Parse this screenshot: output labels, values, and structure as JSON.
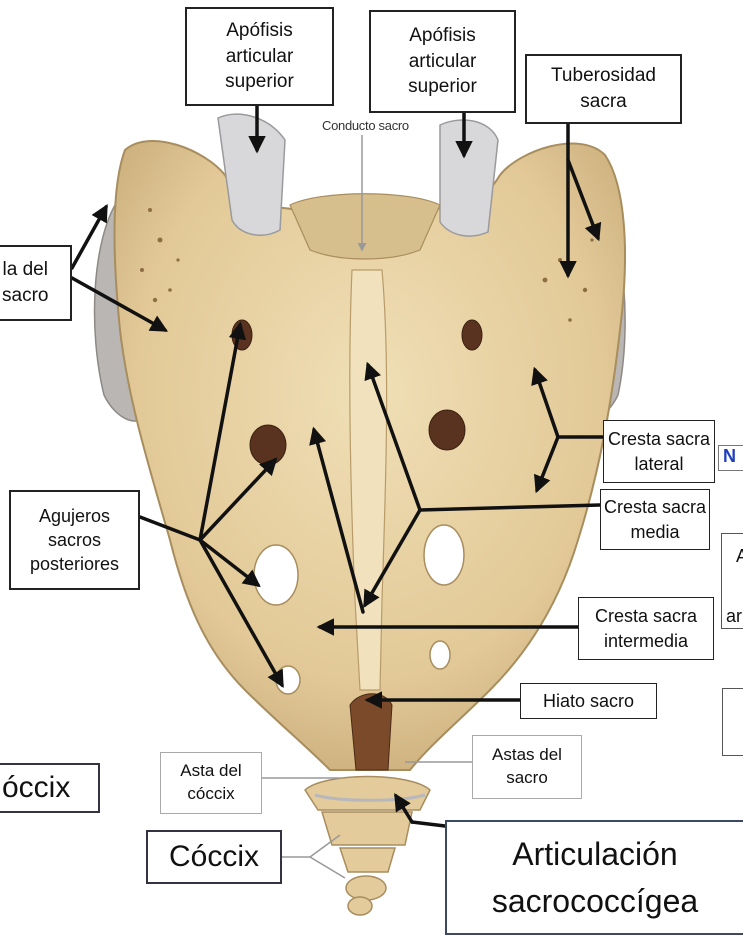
{
  "labels": {
    "apofisis_left": "Apófisis\narticular\nsuperior",
    "apofisis_right": "Apófisis\narticular\nsuperior",
    "tuberosidad": "Tuberosidad\nsacra",
    "conducto": "Conducto sacro",
    "ala": "la del\nsacro",
    "cresta_lateral": "Cresta sacra\nlateral",
    "cresta_media": "Cresta sacra\nmedia",
    "agujeros": "Agujeros\nsacros\nposteriores",
    "cresta_intermedia": "Cresta sacra\nintermedia",
    "hiato": "Hiato sacro",
    "astas_sacro": "Astas del\nsacro",
    "asta_coccix": "Asta del\ncóccix",
    "coccix_left": "óccix",
    "coccix": "Cóccix",
    "articulacion": "Articulación\nsacrococcígea"
  },
  "fragments": {
    "n": "N",
    "a": "A",
    "ar": "ar"
  },
  "colors": {
    "bone": "#e6d1a4",
    "bone_dark": "#c7ab78",
    "foramen": "#5a3320",
    "cartilage": "#d8d8da",
    "fragment_blue": "#1f3fbf"
  }
}
